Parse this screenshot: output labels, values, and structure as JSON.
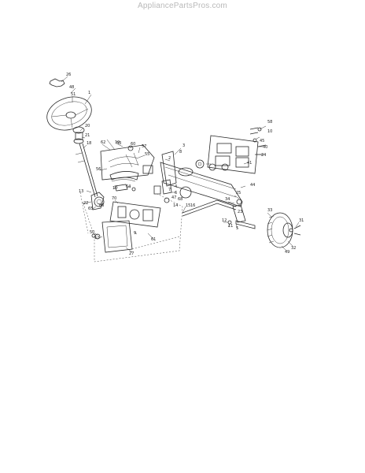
{
  "watermark": "AppliancePartsPros.com",
  "callouts": [
    "26",
    "48",
    "1",
    "51",
    "20",
    "21",
    "18",
    "19",
    "60",
    "62",
    "53",
    "57",
    "55",
    "56",
    "17",
    "64",
    "13",
    "22",
    "65",
    "66",
    "70",
    "50",
    "52",
    "27",
    "9",
    "61",
    "2",
    "3",
    "8",
    "7",
    "6",
    "4",
    "15",
    "16",
    "14",
    "47",
    "68",
    "34",
    "44",
    "25",
    "12",
    "11",
    "5",
    "33",
    "31",
    "32",
    "49",
    "58",
    "10",
    "24",
    "40",
    "41",
    "45",
    "23"
  ]
}
